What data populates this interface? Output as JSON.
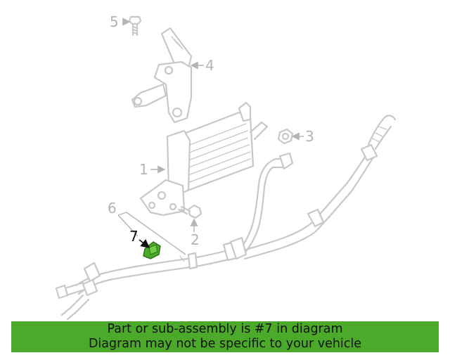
{
  "callouts": {
    "c1": "1",
    "c2": "2",
    "c3": "3",
    "c4": "4",
    "c5": "5",
    "c6": "6",
    "c7": "7"
  },
  "highlight": {
    "part_number": "7",
    "color": "#4caa2a"
  },
  "banner": {
    "line1": "Part or sub-assembly is #7 in diagram",
    "line2": "Diagram may not be specific to your vehicle",
    "background": "#4caa2a"
  }
}
